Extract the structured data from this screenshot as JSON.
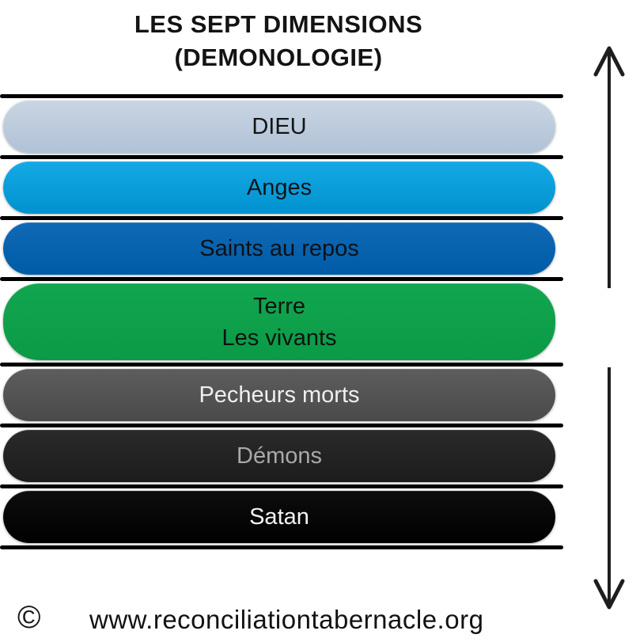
{
  "title": {
    "line1": "LES SEPT DIMENSIONS",
    "line2": "(DEMONOLOGIE)"
  },
  "levels": [
    {
      "name": "dieu",
      "line1": "DIEU",
      "line2": "",
      "color_top": "#c9d5e3",
      "color_bottom": "#b0c2d6",
      "text_color": "#141414"
    },
    {
      "name": "anges",
      "line1": "Anges",
      "line2": "",
      "color_top": "#14a9e5",
      "color_bottom": "#0092cf",
      "text_color": "#101419"
    },
    {
      "name": "saints-au-repos",
      "line1": "Saints au repos",
      "line2": "",
      "color_top": "#1069b5",
      "color_bottom": "#005ca7",
      "text_color": "#0c1118"
    },
    {
      "name": "terre-les-vivants",
      "line1": "Terre",
      "line2": "Les vivants",
      "color_top": "#12a650",
      "color_bottom": "#0b9a46",
      "text_color": "#0b1410"
    },
    {
      "name": "pecheurs-morts",
      "line1": "Pecheurs morts",
      "line2": "",
      "color_top": "#5d5d5d",
      "color_bottom": "#4a4a4a",
      "text_color": "#efefef"
    },
    {
      "name": "demons",
      "line1": "Démons",
      "line2": "",
      "color_top": "#2a2a2a",
      "color_bottom": "#1c1c1c",
      "text_color": "#a9a9a9"
    },
    {
      "name": "satan",
      "line1": "Satan",
      "line2": "",
      "color_top": "#0d0d0d",
      "color_bottom": "#000000",
      "text_color": "#f3f3f3"
    }
  ],
  "separator_color": "#000000",
  "arrow_color": "#1e1e1e",
  "footer": {
    "copyright": "©",
    "url": "www.reconciliationtabernacle.org"
  }
}
